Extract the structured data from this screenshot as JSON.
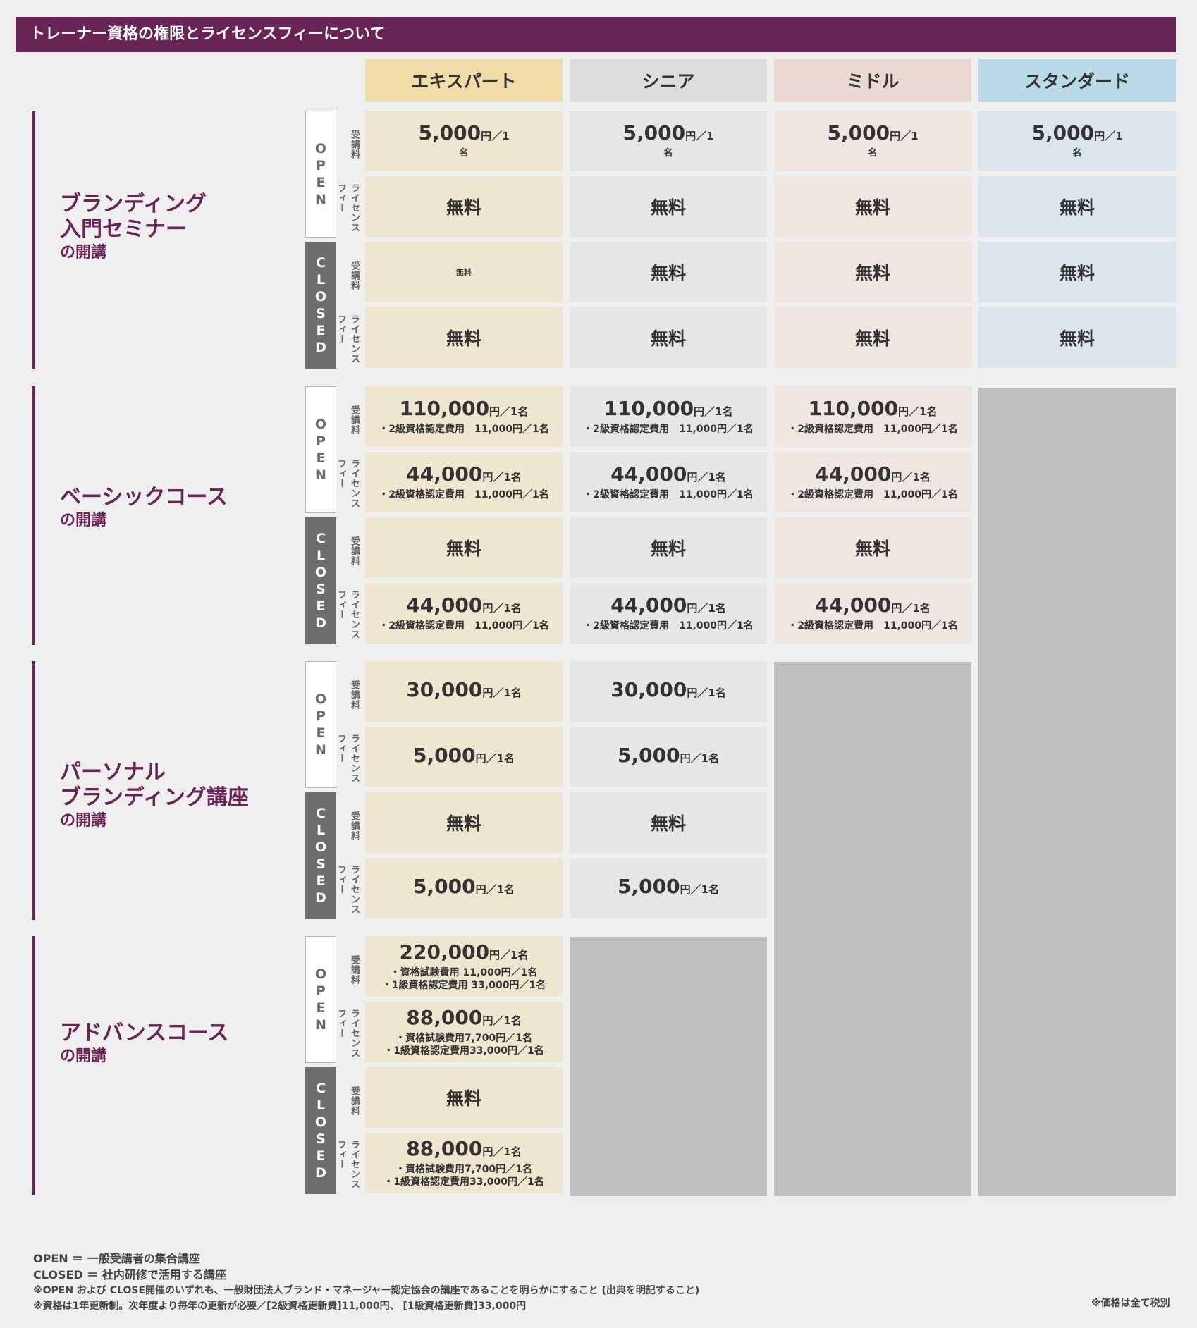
{
  "title": "トレーナー資格の権限とライセンスフィーについて",
  "columns": [
    {
      "label": "エキスパート",
      "color": "#efdca8"
    },
    {
      "label": "シニア",
      "color": "#dddddd"
    },
    {
      "label": "ミドル",
      "color": "#ead9d2"
    },
    {
      "label": "スタンダード",
      "color": "#b8d9e6"
    }
  ],
  "row_labels": {
    "fee": "受講料",
    "license": "ライセンスフィー"
  },
  "modes": {
    "open": "OPEN",
    "closed": "CLOSED"
  },
  "sections": [
    {
      "title_lines": [
        "ブランディング",
        "入門セミナー"
      ],
      "suffix": "の開講",
      "rows": [
        {
          "mode": "OPEN",
          "label": "受講料",
          "cells": [
            {
              "price": "5,000",
              "unit": "円／1",
              "unit2": "名"
            },
            {
              "price": "5,000",
              "unit": "円／1",
              "unit2": "名"
            },
            {
              "price": "5,000",
              "unit": "円／1",
              "unit2": "名"
            },
            {
              "price": "5,000",
              "unit": "円／1",
              "unit2": "名"
            }
          ]
        },
        {
          "mode": "OPEN",
          "label": "ライセンスフィー",
          "cells": [
            {
              "free": "無料"
            },
            {
              "free": "無料"
            },
            {
              "free": "無料"
            },
            {
              "free": "無料"
            }
          ]
        },
        {
          "mode": "CLOSED",
          "label": "受講料",
          "cells": [
            {
              "free_small": "無料"
            },
            {
              "free": "無料"
            },
            {
              "free": "無料"
            },
            {
              "free": "無料"
            }
          ]
        },
        {
          "mode": "CLOSED",
          "label": "ライセンスフィー",
          "cells": [
            {
              "free": "無料"
            },
            {
              "free": "無料"
            },
            {
              "free": "無料"
            },
            {
              "free": "無料"
            }
          ]
        }
      ]
    },
    {
      "title_lines": [
        "ベーシックコース"
      ],
      "suffix": "の開講",
      "rows": [
        {
          "mode": "OPEN",
          "label": "受講料",
          "cells": [
            {
              "price": "110,000",
              "unit": "円／1名",
              "notes": [
                "・2級資格認定費用　11,000円／1名"
              ]
            },
            {
              "price": "110,000",
              "unit": "円／1名",
              "notes": [
                "・2級資格認定費用　11,000円／1名"
              ]
            },
            {
              "price": "110,000",
              "unit": "円／1名",
              "notes": [
                "・2級資格認定費用　11,000円／1名"
              ]
            },
            null
          ]
        },
        {
          "mode": "OPEN",
          "label": "ライセンスフィー",
          "cells": [
            {
              "price": "44,000",
              "unit": "円／1名",
              "notes": [
                "・2級資格認定費用　11,000円／1名"
              ]
            },
            {
              "price": "44,000",
              "unit": "円／1名",
              "notes": [
                "・2級資格認定費用　11,000円／1名"
              ]
            },
            {
              "price": "44,000",
              "unit": "円／1名",
              "notes": [
                "・2級資格認定費用　11,000円／1名"
              ]
            },
            null
          ]
        },
        {
          "mode": "CLOSED",
          "label": "受講料",
          "cells": [
            {
              "free": "無料"
            },
            {
              "free": "無料"
            },
            {
              "free": "無料"
            },
            null
          ]
        },
        {
          "mode": "CLOSED",
          "label": "ライセンスフィー",
          "cells": [
            {
              "price": "44,000",
              "unit": "円／1名",
              "notes": [
                "・2級資格認定費用　11,000円／1名"
              ]
            },
            {
              "price": "44,000",
              "unit": "円／1名",
              "notes": [
                "・2級資格認定費用　11,000円／1名"
              ]
            },
            {
              "price": "44,000",
              "unit": "円／1名",
              "notes": [
                "・2級資格認定費用　11,000円／1名"
              ]
            },
            null
          ]
        }
      ]
    },
    {
      "title_lines": [
        "パーソナル",
        "ブランディング講座"
      ],
      "suffix": "の開講",
      "rows": [
        {
          "mode": "OPEN",
          "label": "受講料",
          "cells": [
            {
              "price": "30,000",
              "unit": "円／1名"
            },
            {
              "price": "30,000",
              "unit": "円／1名"
            },
            null,
            null
          ]
        },
        {
          "mode": "OPEN",
          "label": "ライセンスフィー",
          "cells": [
            {
              "price": "5,000",
              "unit": "円／1名"
            },
            {
              "price": "5,000",
              "unit": "円／1名"
            },
            null,
            null
          ]
        },
        {
          "mode": "CLOSED",
          "label": "受講料",
          "cells": [
            {
              "free": "無料"
            },
            {
              "free": "無料"
            },
            null,
            null
          ]
        },
        {
          "mode": "CLOSED",
          "label": "ライセンスフィー",
          "cells": [
            {
              "price": "5,000",
              "unit": "円／1名"
            },
            {
              "price": "5,000",
              "unit": "円／1名"
            },
            null,
            null
          ]
        }
      ]
    },
    {
      "title_lines": [
        "アドバンスコース"
      ],
      "suffix": "の開講",
      "rows": [
        {
          "mode": "OPEN",
          "label": "受講料",
          "cells": [
            {
              "price": "220,000",
              "unit": "円／1名",
              "notes": [
                "・資格試験費用 11,000円／1名",
                "・1級資格認定費用 33,000円／1名"
              ]
            },
            null,
            null,
            null
          ]
        },
        {
          "mode": "OPEN",
          "label": "ライセンスフィー",
          "cells": [
            {
              "price": "88,000",
              "unit": "円／1名",
              "notes": [
                "・資格試験費用7,700円／1名",
                "・1級資格認定費用33,000円／1名"
              ]
            },
            null,
            null,
            null
          ]
        },
        {
          "mode": "CLOSED",
          "label": "受講料",
          "cells": [
            {
              "free": "無料"
            },
            null,
            null,
            null
          ]
        },
        {
          "mode": "CLOSED",
          "label": "ライセンスフィー",
          "cells": [
            {
              "price": "88,000",
              "unit": "円／1名",
              "notes": [
                "・資格試験費用7,700円／1名",
                "・1級資格認定費用33,000円／1名"
              ]
            },
            null,
            null,
            null
          ]
        }
      ]
    }
  ],
  "footer": {
    "lines": [
      "OPEN ＝ 一般受講者の集合講座",
      "CLOSED ＝ 社内研修で活用する講座",
      "※OPEN および CLOSE開催のいずれも、一般財団法人ブランド・マネージャー認定協会の講座であることを明らかにすること (出典を明記すること)",
      "※資格は1年更新制。次年度より毎年の更新が必要／[2級資格更新費]11,000円、 [1級資格更新費]33,000円"
    ],
    "tax_note": "※価格は全て税別"
  },
  "colors": {
    "brand": "#692456",
    "empty_cell": "#bfbfbf",
    "closed_box": "#6d6d6d"
  }
}
